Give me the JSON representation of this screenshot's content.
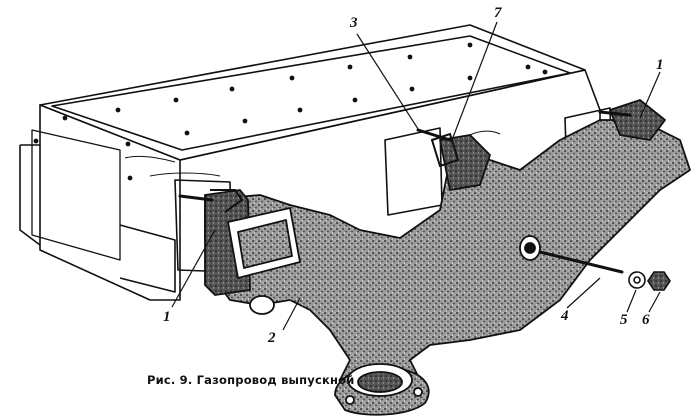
{
  "figure": {
    "caption": "Рис. 9. Газопровод выпускной",
    "callouts": {
      "c1_right": "1",
      "c3": "3",
      "c7": "7",
      "c1_left": "1",
      "c2": "2",
      "c4": "4",
      "c5": "5",
      "c6": "6"
    }
  },
  "colors": {
    "ink": "#111111",
    "paper": "#ffffff",
    "cast_iron": "#8a8a8a"
  }
}
